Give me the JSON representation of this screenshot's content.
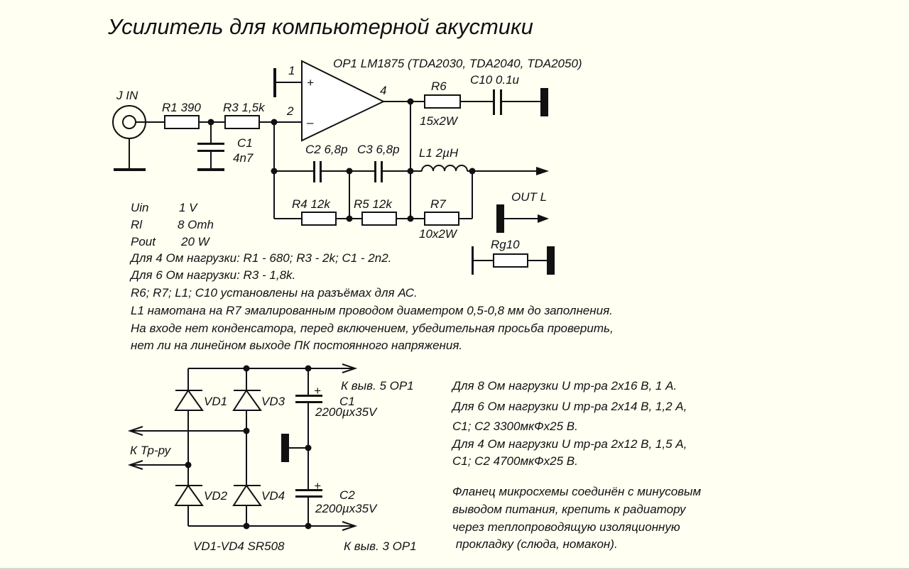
{
  "title": "Усилитель для компьютерной акустики",
  "amplifier": {
    "opamp_label": "OP1 LM1875 (TDA2030, TDA2040, TDA2050)",
    "pin_plus": "1",
    "pin_minus": "2",
    "pin_out": "4",
    "plus_sign": "+",
    "minus_sign": "–",
    "input_label": "J IN",
    "r1_label": "R1  390",
    "r3_label": "R3  1,5k",
    "c1_name": "C1",
    "c1_value": "4n7",
    "c2_label": "C2 6,8p",
    "c3_label": "C3  6,8p",
    "r4_label": "R4  12k",
    "r5_label": "R5 12k",
    "r6_name": "R6",
    "r6_value": "15x2W",
    "c10_label": "C10 0.1u",
    "l1_label": "L1 2µH",
    "r7_name": "R7",
    "r7_value": "10x2W",
    "out_label": "OUT L",
    "rg_label": "Rg10"
  },
  "specs": [
    {
      "name": "Uin",
      "value": "1 V"
    },
    {
      "name": "Rl",
      "value": "8 Omh"
    },
    {
      "name": "Pout",
      "value": "20 W"
    }
  ],
  "notes": [
    "Для 4 Ом нагрузки: R1 - 680; R3 - 2k; C1 - 2n2.",
    "Для 6 Ом нагрузки: R3 - 1,8k.",
    "R6; R7; L1; C10 установлены на разъёмах для АС.",
    "L1 намотана на R7 эмалированным проводом диаметром 0,5-0,8 мм до заполнения.",
    "На входе нет конденсатора, перед включением, убедительная просьба проверить,",
    "нет ли на линейном выходе ПК постоянного напряжения."
  ],
  "power_supply": {
    "vd1": "VD1",
    "vd2": "VD2",
    "vd3": "VD3",
    "vd4": "VD4",
    "c1_name": "C1",
    "c1_value": "2200µx35V",
    "c2_name": "C2",
    "c2_value": "2200µx35V",
    "plus": "+",
    "to_pin5": "К выв. 5 OP1",
    "to_pin3": "К выв. 3 OP1",
    "to_transformer": "К Тр-ру",
    "diodes_part": "VD1-VD4  SR508"
  },
  "supply_notes": [
    "Для 8 Ом нагрузки  U тр-ра 2х16 В,  1 А.",
    "Для 6 Ом нагрузки  U тр-ра 2х14 В,  1,2 А,",
    "С1; С2 3300мкФх25 В.",
    "Для 4 Ом нагрузки  U тр-ра 2х12 В,  1,5 А,",
    "С1; С2 4700мкФх25 В."
  ],
  "flange_note": [
    "Фланец микросхемы соединён с минусовым",
    "выводом питания, крепить к радиатору",
    "через теплопроводящую изоляционную",
    " прокладку (слюда, номакон)."
  ]
}
